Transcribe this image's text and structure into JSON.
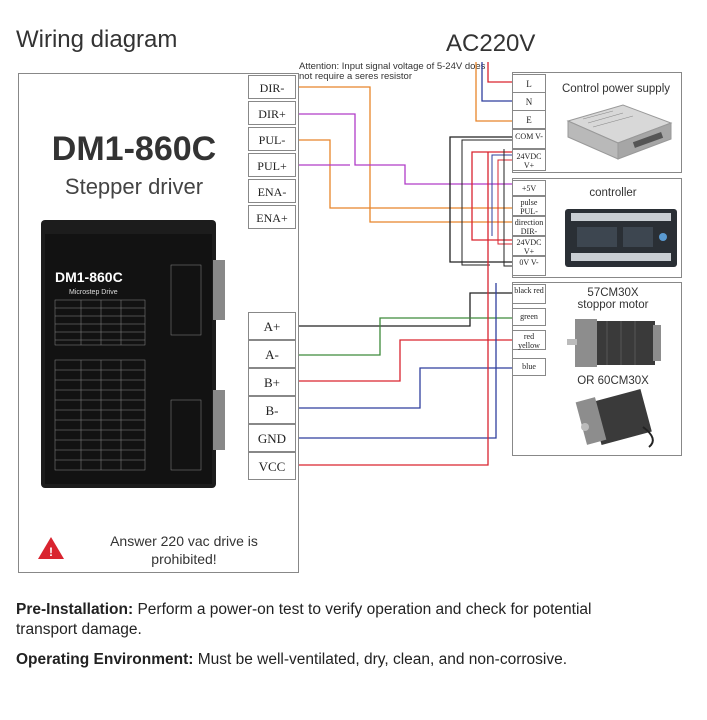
{
  "title": "Wiring diagram",
  "power_input": "AC220V",
  "attention_note": "Attention: Input signal voltage of 5-24V does not require a seres resistor",
  "driver": {
    "model": "DM1-860C",
    "subtitle": "Stepper driver",
    "device_label": "DM1-860C",
    "device_sub": "Microstep Drive",
    "warning": "Answer 220 vac drive is prohibited!",
    "signal_terminals": [
      "DIR-",
      "DIR+",
      "PUL-",
      "PUL+",
      "ENA-",
      "ENA+"
    ],
    "power_terminals": [
      "A+",
      "A-",
      "B+",
      "B-",
      "GND",
      "VCC"
    ]
  },
  "power_supply": {
    "title": "Control power supply",
    "inputs": [
      "L",
      "N",
      "E"
    ],
    "outputs": [
      "COM V-",
      "24VDC V+"
    ]
  },
  "controller": {
    "title": "controller",
    "pins": [
      "+5V",
      "pulse PUL-",
      "direction DIR-",
      "24VDC V+",
      "0V V-"
    ]
  },
  "motor": {
    "title_line1": "57CM30X",
    "title_line2": "stoppor motor",
    "alt": "OR 60CM30X",
    "wires": [
      "black red",
      "green",
      "red yellow",
      "blue"
    ]
  },
  "notes": [
    {
      "label": "Pre-Installation:",
      "text": " Perform a power-on test to verify operation and check for potential transport damage."
    },
    {
      "label": "Operating Environment:",
      "text": " Must be well-ventilated, dry, clean, and non-corrosive."
    }
  ],
  "colors": {
    "orange": "#e8852a",
    "purple": "#b03cc8",
    "red": "#d9242f",
    "blue": "#2f3f9e",
    "green": "#3d8a3a",
    "black": "#222222"
  }
}
